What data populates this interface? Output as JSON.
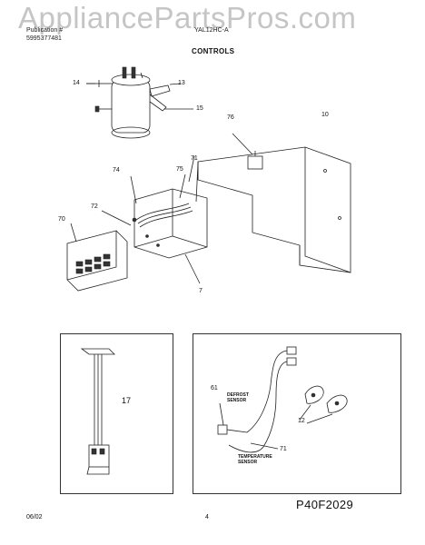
{
  "watermark": "AppliancePartsPros.com",
  "header": {
    "publication_label": "Publication #",
    "publication_no": "5995377481",
    "model_label": "YAL12HC-A",
    "section_title": "CONTROLS"
  },
  "callouts": {
    "c14": "14",
    "c13": "13",
    "c15": "15",
    "c76": "76",
    "c10": "10",
    "c71": "71",
    "c74": "74",
    "c75": "75",
    "c72": "72",
    "c70": "70",
    "c7": "7",
    "c17": "17",
    "c61": "61",
    "c12": "12",
    "c71b": "71"
  },
  "sensor_labels": {
    "defrost": "DEFROST\nSENSOR",
    "temperature": "TEMPERATURE\nSENSOR"
  },
  "diagram_code": "P40F2029",
  "footer": {
    "date": "06/02",
    "page": "4"
  }
}
